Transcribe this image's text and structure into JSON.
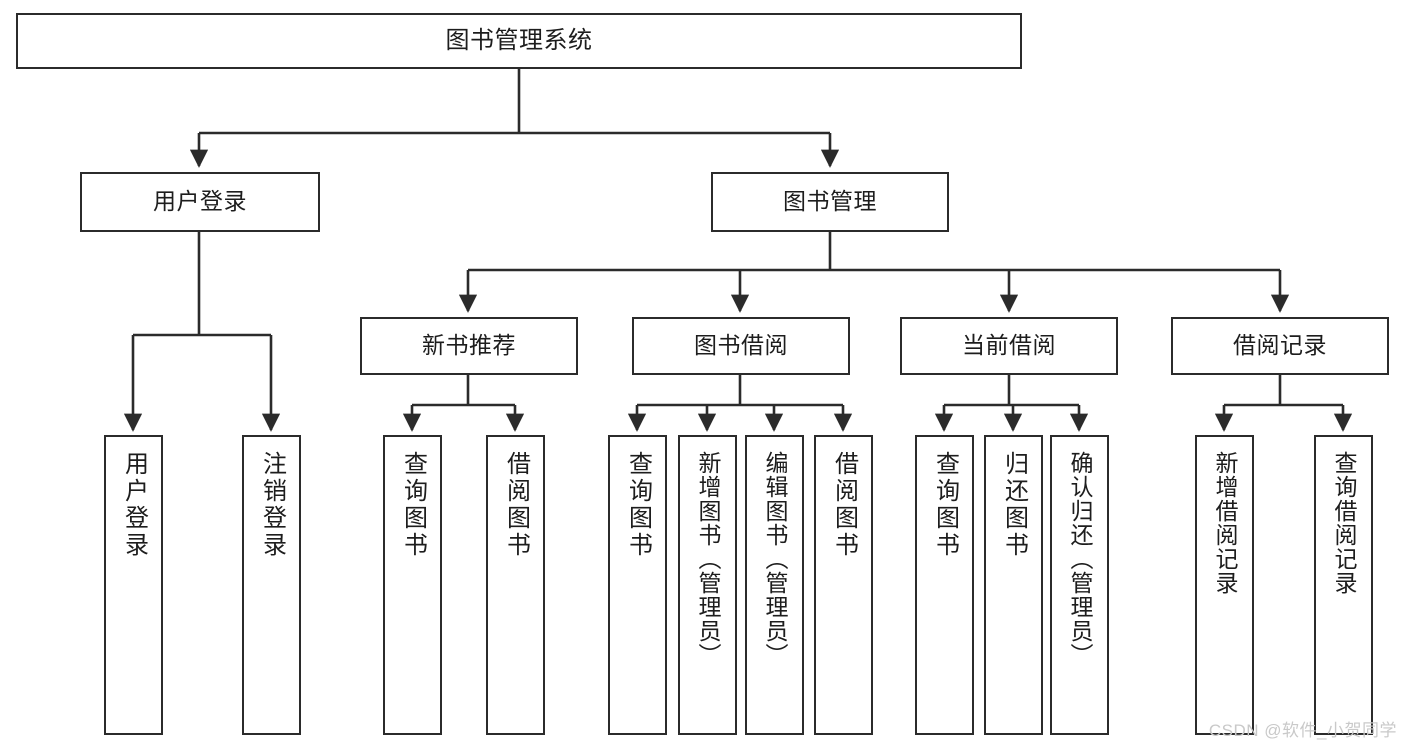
{
  "diagram": {
    "type": "tree-hierarchy-chart",
    "title": "图书管理系统",
    "root": {
      "label": "图书管理系统"
    },
    "level2": [
      {
        "label": "用户登录"
      },
      {
        "label": "图书管理"
      }
    ],
    "level3": [
      {
        "label": "新书推荐"
      },
      {
        "label": "图书借阅"
      },
      {
        "label": "当前借阅"
      },
      {
        "label": "借阅记录"
      }
    ],
    "leaves": {
      "user_login": [
        {
          "label": "用户登录"
        },
        {
          "label": "注销登录"
        }
      ],
      "new_book_recommend": [
        {
          "label": "查询图书"
        },
        {
          "label": "借阅图书"
        }
      ],
      "book_borrow": [
        {
          "label": "查询图书"
        },
        {
          "label": "新增图书（管理员）"
        },
        {
          "label": "编辑图书（管理员）"
        },
        {
          "label": "借阅图书"
        }
      ],
      "current_borrow": [
        {
          "label": "查询图书"
        },
        {
          "label": "归还图书"
        },
        {
          "label": "确认归还（管理员）"
        }
      ],
      "borrow_record": [
        {
          "label": "新增借阅记录"
        },
        {
          "label": "查询借阅记录"
        }
      ]
    }
  },
  "watermark": {
    "text": "CSDN @软件_小贺同学"
  },
  "colors": {
    "stroke": "#2b2b2b",
    "box_fill": "#ffffff",
    "text": "#1d1d1d",
    "watermark": "#c9c9c9"
  }
}
